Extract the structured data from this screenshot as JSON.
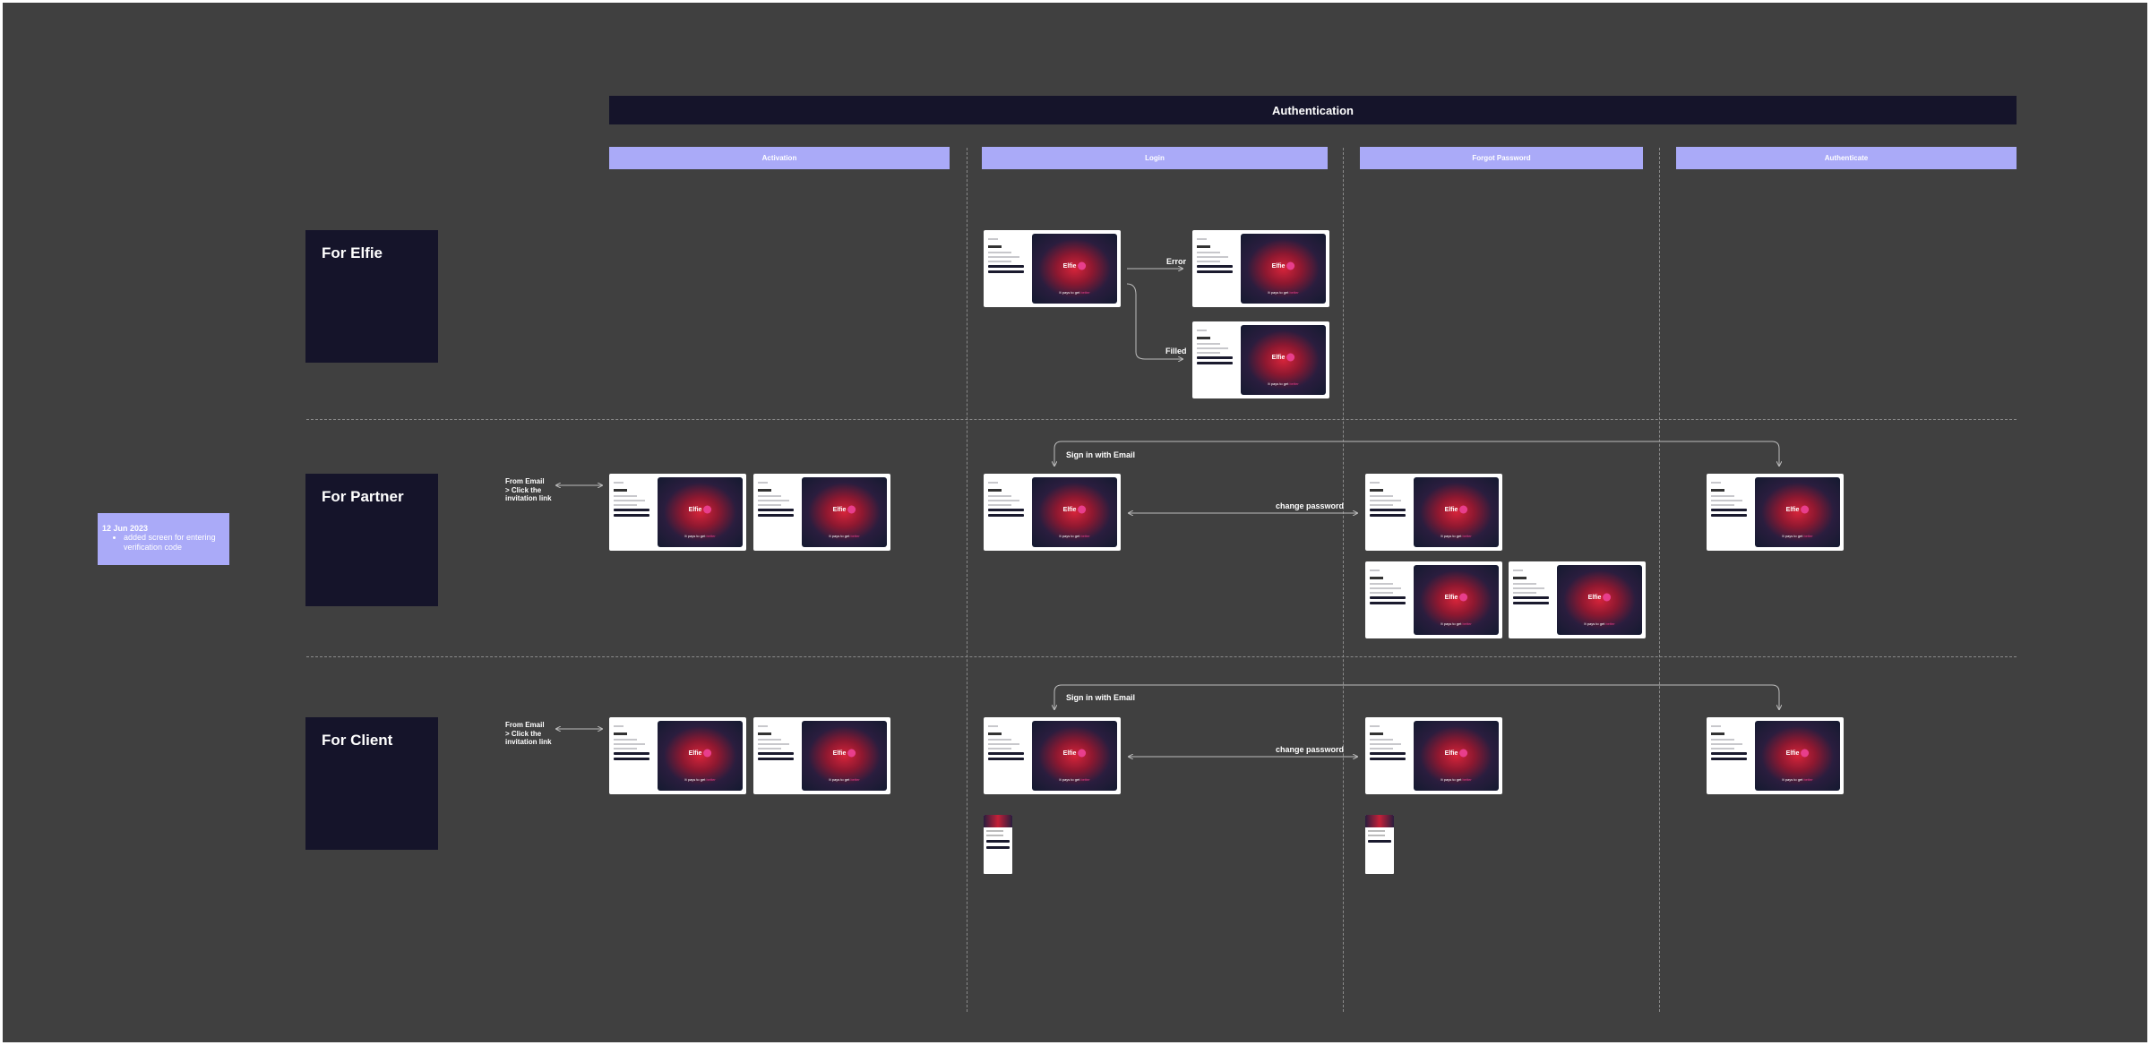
{
  "board": {
    "title": "Authentication",
    "columns": [
      "Activation",
      "Login",
      "Forgot Password",
      "Authenticate"
    ],
    "rows": [
      "For Elfie",
      "For Partner",
      "For Client"
    ]
  },
  "note": {
    "date": "12 Jun 2023",
    "items": [
      "added screen for entering verification code"
    ]
  },
  "labels": {
    "error": "Error",
    "filled": "Filled",
    "sign_in_email": "Sign in with Email",
    "change_password": "change password",
    "from_email_line1": "From Email",
    "from_email_line2": "> Click the",
    "from_email_line3": "invitation link"
  },
  "screens": {
    "brand": "Elfie",
    "tagline_start": "It pays to get",
    "tagline_accent": "better"
  },
  "colors": {
    "canvas": "#404040",
    "header_dark": "#15142a",
    "column_header": "#aaaaf8",
    "accent_pink": "#e83e8c"
  }
}
